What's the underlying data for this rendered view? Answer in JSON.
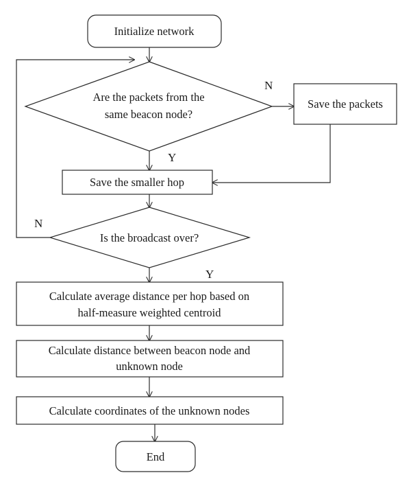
{
  "flowchart": {
    "start_label": "Initialize network",
    "decision_same_beacon": {
      "line1": "Are the packets from the",
      "line2": "same beacon node?"
    },
    "save_packets_label": "Save the packets",
    "save_smaller_hop_label": "Save the smaller hop",
    "decision_broadcast_over": "Is the broadcast over?",
    "calc_avg_distance": {
      "line1": "Calculate average distance per hop based on",
      "line2": "half-measure weighted centroid"
    },
    "calc_distance_beacon_unknown": {
      "line1": "Calculate distance between beacon node and",
      "line2": "unknown node"
    },
    "calc_coordinates_label": "Calculate coordinates of the unknown nodes",
    "end_label": "End",
    "branch_labels": {
      "decision1_no": "N",
      "decision1_yes": "Y",
      "decision2_no": "N",
      "decision2_yes": "Y"
    }
  }
}
